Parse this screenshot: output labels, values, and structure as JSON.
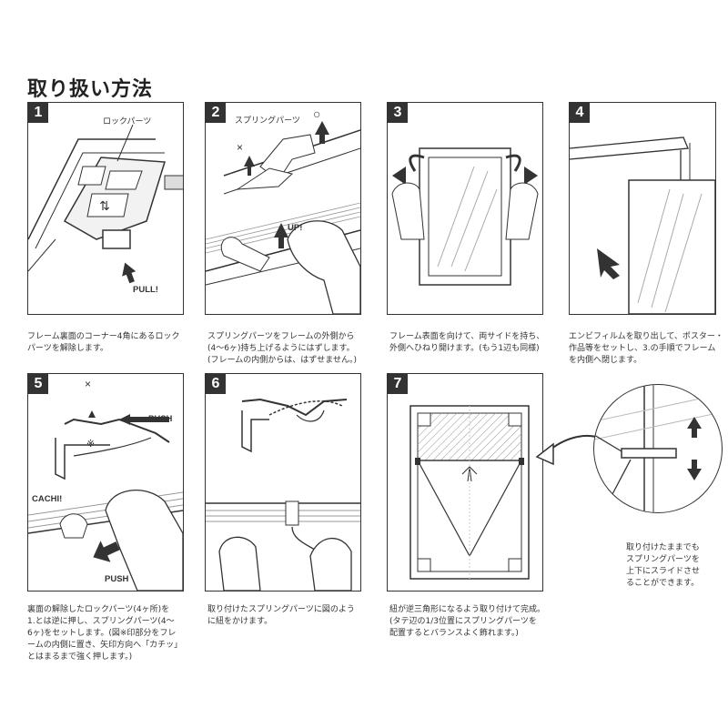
{
  "title": "取り扱い方法",
  "steps": [
    {
      "number": "1",
      "labels": {
        "lock_parts": "ロックパーツ",
        "pull": "PULL!"
      },
      "caption": "フレーム裏面のコーナー4角にあるロック\nパーツを解除します。"
    },
    {
      "number": "2",
      "labels": {
        "spring_parts": "スプリングパーツ",
        "ok": "○",
        "ng": "×",
        "up": "UP!"
      },
      "caption": "スプリングパーツをフレームの外側から\n(4〜6ヶ)持ち上げるようにはずします。\n(フレームの内側からは、はずせません。)"
    },
    {
      "number": "3",
      "caption": "フレーム表面を向けて、両サイドを持ち、\n外側へひねり開けます。(もう1辺も同様)"
    },
    {
      "number": "4",
      "caption": "エンビフィルムを取り出して、ポスター・\n作品等をセットし、3.の手順でフレーム\nを内側へ閉じます。"
    },
    {
      "number": "5",
      "labels": {
        "ng": "×",
        "push_top": "PUSH",
        "note": "※",
        "cachi": "CACHI!",
        "push_bottom": "PUSH"
      },
      "caption": "裏面の解除したロックパーツ(4ヶ所)を\n1.とは逆に押し、スプリングパーツ(4〜\n6ヶ)をセットします。(図※印部分をフレ\nームの内側に置き、矢印方向へ「カチッ」\nとはまるまで強く押します。)"
    },
    {
      "number": "6",
      "caption": "取り付けたスプリングパーツに図のよう\nに紐をかけます。"
    },
    {
      "number": "7",
      "caption": "紐が逆三角形になるよう取り付けて完成。\n(タテ辺の1/3位置にスプリングパーツを\n配置するとバランスよく飾れます。)"
    }
  ],
  "side_note": "取り付けたままでも\nスプリングパーツを\n上下にスライドさせ\nることができます。"
}
